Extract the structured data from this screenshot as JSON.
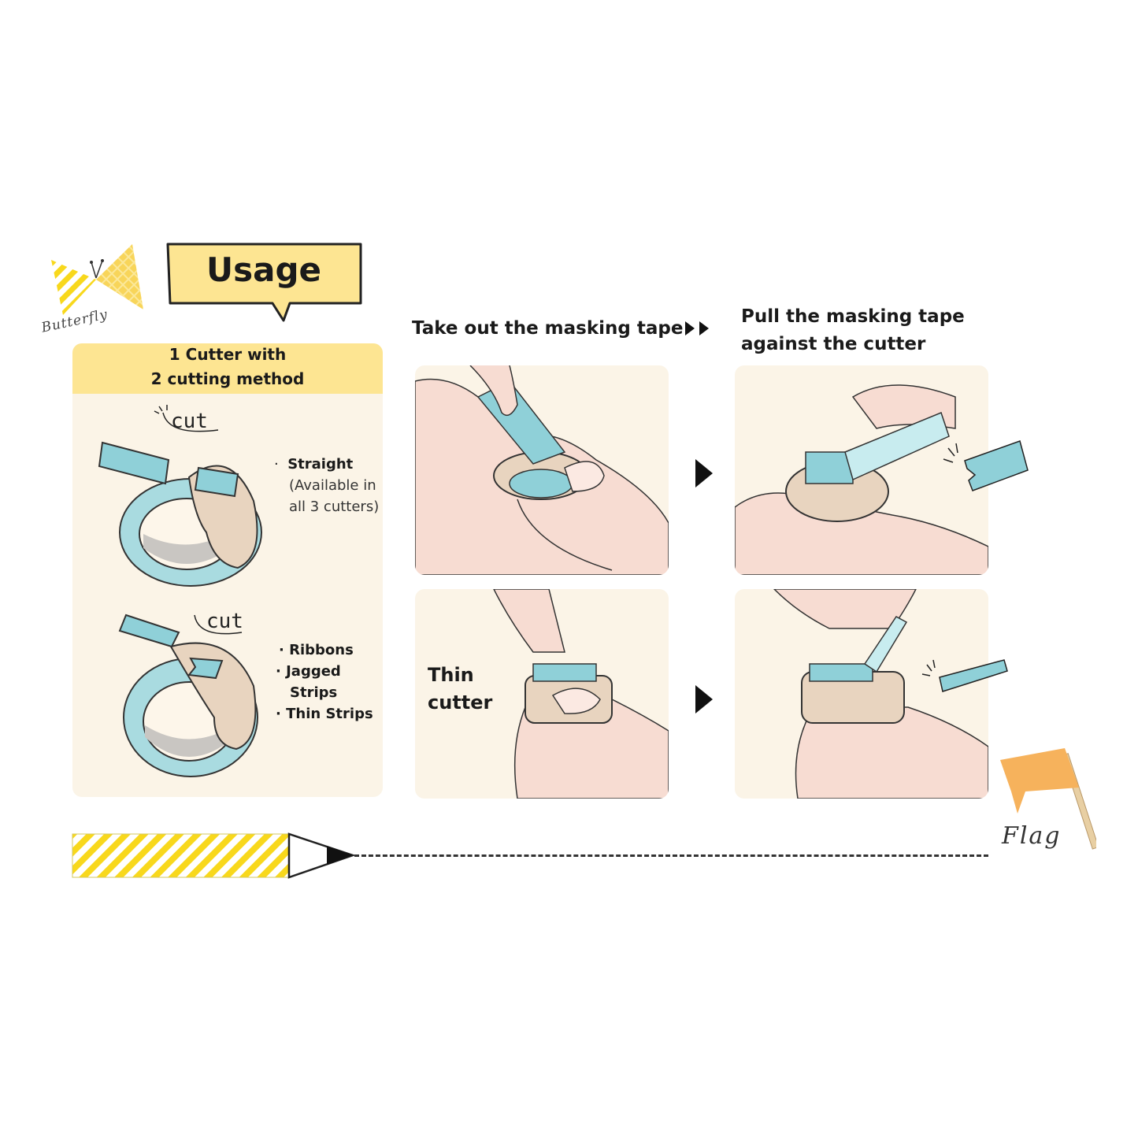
{
  "brand": {
    "logo_text": "Butterfly"
  },
  "title": "Usage",
  "left_panel": {
    "header_lines": [
      "1 Cutter with",
      "2 cutting method"
    ],
    "cut_label": "cut",
    "method1": {
      "bullet": "·",
      "title": "Straight",
      "note_lines": [
        "(Available in",
        "all 3 cutters)"
      ]
    },
    "method2": {
      "items": [
        "Ribbons",
        "Jagged",
        "Strips",
        "Thin Strips"
      ]
    }
  },
  "steps": {
    "step1_heading": "Take out the masking tape",
    "step2_heading_lines": [
      "Pull the masking tape",
      "against the cutter"
    ],
    "thin_cutter_lines": [
      "Thin",
      "cutter"
    ]
  },
  "footer": {
    "flag_label": "Flag"
  },
  "colors": {
    "yellow": "#fde592",
    "panel_bg": "#fbf4e7",
    "tape_blue": "#8fd0d8",
    "skin": "#f7dcd2",
    "cutter_beige": "#e8d4bf",
    "flag_orange": "#f6b25c"
  }
}
